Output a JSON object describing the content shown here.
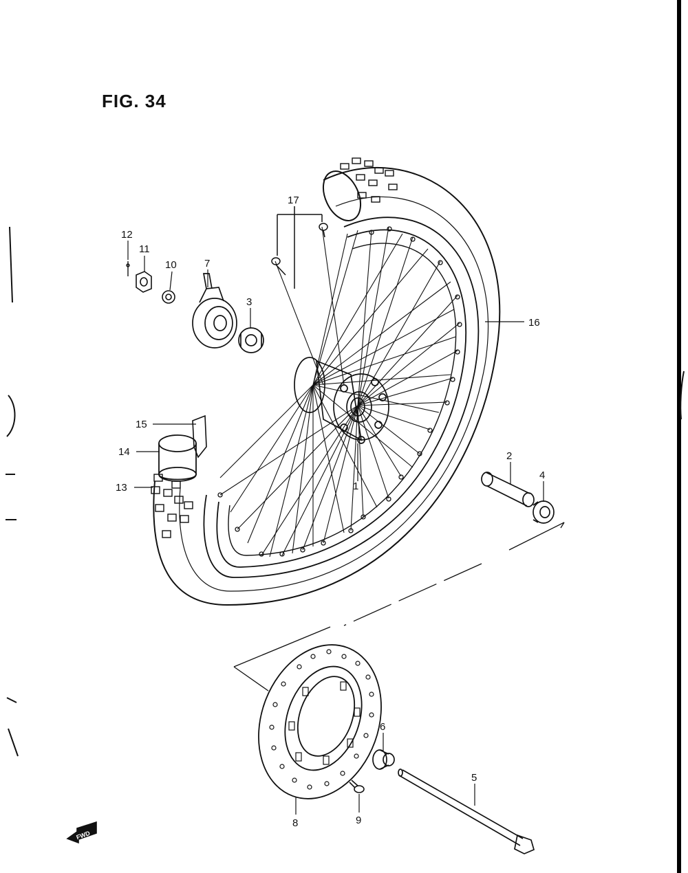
{
  "figure": {
    "title": "FIG. 34",
    "fwd_label": "FWD"
  },
  "callouts": [
    {
      "id": "1",
      "label": "1"
    },
    {
      "id": "2",
      "label": "2"
    },
    {
      "id": "3",
      "label": "3"
    },
    {
      "id": "4",
      "label": "4"
    },
    {
      "id": "5",
      "label": "5"
    },
    {
      "id": "6",
      "label": "6"
    },
    {
      "id": "7",
      "label": "7"
    },
    {
      "id": "8",
      "label": "8"
    },
    {
      "id": "9",
      "label": "9"
    },
    {
      "id": "10",
      "label": "10"
    },
    {
      "id": "11",
      "label": "11"
    },
    {
      "id": "12",
      "label": "12"
    },
    {
      "id": "13",
      "label": "13"
    },
    {
      "id": "14",
      "label": "14"
    },
    {
      "id": "15",
      "label": "15"
    },
    {
      "id": "16",
      "label": "16"
    },
    {
      "id": "17",
      "label": "17"
    }
  ],
  "colors": {
    "ink": "#111111",
    "paper": "#ffffff"
  }
}
